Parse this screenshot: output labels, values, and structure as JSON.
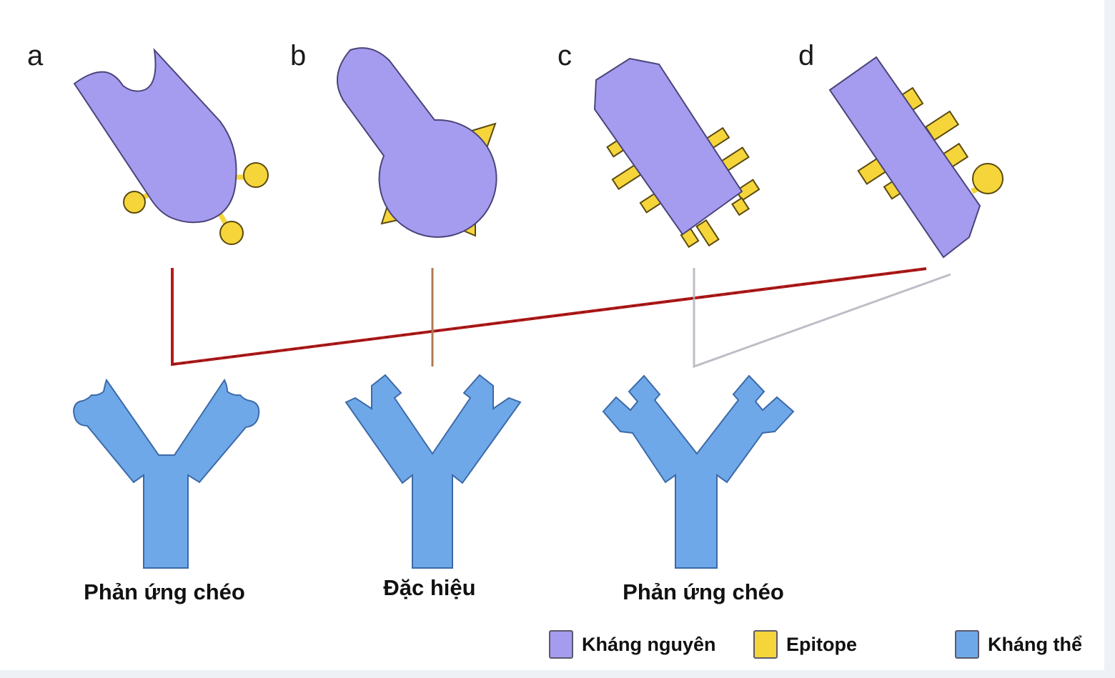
{
  "panels": [
    {
      "letter": "a",
      "epitope_shape": "round-knob"
    },
    {
      "letter": "b",
      "epitope_shape": "triangle"
    },
    {
      "letter": "c",
      "epitope_shape": "rectangle"
    },
    {
      "letter": "d",
      "epitope_shape": "rectangle + round-knob"
    }
  ],
  "antibodies": [
    {
      "label": "Phản ứng chéo",
      "binding_site": "round-notch",
      "reacts_with": [
        "a",
        "d"
      ]
    },
    {
      "label": "Đặc hiệu",
      "binding_site": "triangle-notch",
      "reacts_with": [
        "b"
      ]
    },
    {
      "label": "Phản ứng chéo",
      "binding_site": "rectangle-notch",
      "reacts_with": [
        "c",
        "d"
      ]
    }
  ],
  "legend": [
    {
      "label": "Kháng nguyên",
      "color": "#a59cf0"
    },
    {
      "label": "Epitope",
      "color": "#f5d53a"
    },
    {
      "label": "Kháng thể",
      "color": "#6fa8e8"
    }
  ],
  "colors": {
    "antigen": "#a59cf0",
    "antigen_stroke": "#4a4578",
    "epitope": "#f5d53a",
    "epitope_stroke": "#5a4a10",
    "antibody": "#6fa8e8",
    "antibody_stroke": "#3c6aa8",
    "line_cross_a_d": "#b31a1a",
    "line_specific_b": "#b07a52",
    "line_cross_c_d": "#c0bcc6"
  }
}
